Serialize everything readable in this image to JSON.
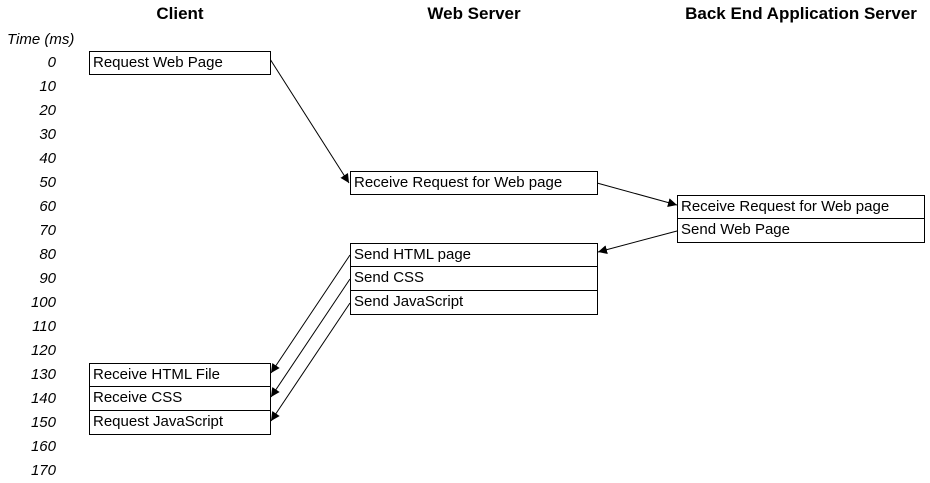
{
  "columns": {
    "client": "Client",
    "web_server": "Web Server",
    "back_end": "Back End Application Server"
  },
  "time_axis": {
    "label": "Time (ms)",
    "ticks": [
      "0",
      "10",
      "20",
      "30",
      "40",
      "50",
      "60",
      "70",
      "80",
      "90",
      "100",
      "110",
      "120",
      "130",
      "140",
      "150",
      "160",
      "170"
    ]
  },
  "client_boxes": {
    "request_web_page": "Request Web Page",
    "receive_html_file": "Receive HTML File",
    "receive_css": "Receive CSS",
    "request_javascript": "Request JavaScript"
  },
  "web_server_boxes": {
    "receive_request": "Receive Request for Web page",
    "send_html_page": "Send HTML page",
    "send_css": "Send CSS",
    "send_javascript": "Send JavaScript"
  },
  "back_end_boxes": {
    "receive_request": "Receive Request for Web page",
    "send_web_page": "Send Web Page"
  }
}
